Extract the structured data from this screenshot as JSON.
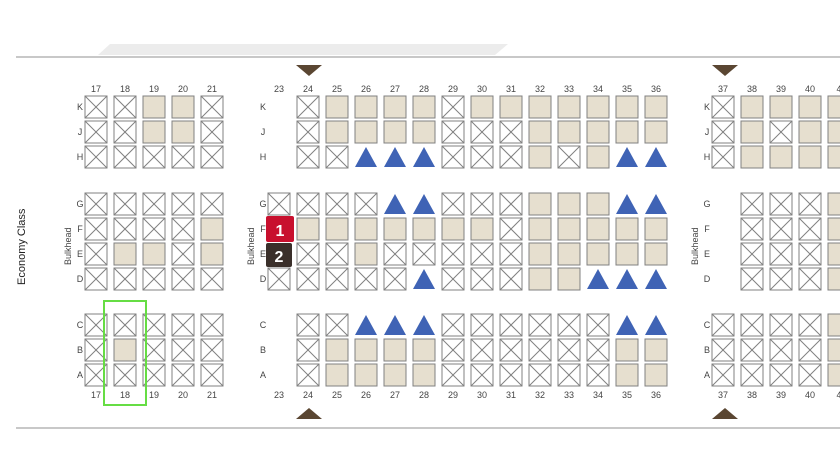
{
  "cabin_label": "Economy Class",
  "bulkhead_label": "Bulkhead",
  "section1": {
    "columns": [
      "17",
      "18",
      "19",
      "20",
      "21"
    ],
    "rows_top": [
      "K",
      "J",
      "H"
    ],
    "rows_mid": [
      "G",
      "F",
      "E",
      "D"
    ],
    "rows_bot": [
      "C",
      "B",
      "A"
    ]
  },
  "section2": {
    "columns": [
      "23",
      "24",
      "25",
      "26",
      "27",
      "28",
      "29",
      "30",
      "31",
      "32",
      "33",
      "34",
      "35",
      "36"
    ],
    "rows_top": [
      "K",
      "J",
      "H"
    ],
    "rows_mid": [
      "G",
      "F",
      "E",
      "D"
    ],
    "rows_bot": [
      "C",
      "B",
      "A"
    ]
  },
  "section3": {
    "columns": [
      "37",
      "38",
      "39",
      "40",
      "4"
    ],
    "rows_top": [
      "K",
      "J",
      "H"
    ],
    "rows_mid": [
      "G",
      "F",
      "E",
      "D"
    ],
    "rows_bot": [
      "C",
      "B",
      "A"
    ]
  },
  "markers": [
    {
      "label": "1",
      "color": "#c8102e"
    },
    {
      "label": "2",
      "color": "#3a2f2a"
    }
  ],
  "colors": {
    "free": "#e6dfcf",
    "occupied": "#ffffff",
    "accessible": "#3f63b5",
    "selected_outline": "#66dd44",
    "exit": "#5a4632"
  },
  "seats": {
    "s1": {
      "K": [
        "x",
        "x",
        "f",
        "f",
        "x"
      ],
      "J": [
        "x",
        "x",
        "f",
        "f",
        "x"
      ],
      "H": [
        "x",
        "x",
        "x",
        "x",
        "x"
      ],
      "G": [
        "x",
        "x",
        "x",
        "x",
        "x"
      ],
      "F": [
        "x",
        "x",
        "x",
        "x",
        "f"
      ],
      "E": [
        "x",
        "f",
        "f",
        "x",
        "f"
      ],
      "D": [
        "x",
        "x",
        "x",
        "x",
        "x"
      ],
      "C": [
        "x",
        "x",
        "x",
        "x",
        "x"
      ],
      "B": [
        "x",
        "f",
        "x",
        "x",
        "x"
      ],
      "A": [
        "x",
        "x",
        "x",
        "x",
        "x"
      ]
    },
    "s2": {
      "K": [
        "",
        "x",
        "f",
        "f",
        "f",
        "f",
        "x",
        "f",
        "f",
        "f",
        "f",
        "f",
        "f",
        "f"
      ],
      "J": [
        "",
        "x",
        "f",
        "f",
        "f",
        "f",
        "x",
        "x",
        "x",
        "f",
        "f",
        "f",
        "f",
        "f"
      ],
      "H": [
        "",
        "x",
        "x",
        "a",
        "a",
        "a",
        "x",
        "x",
        "x",
        "f",
        "x",
        "f",
        "a",
        "a"
      ],
      "G": [
        "x",
        "x",
        "x",
        "x",
        "a",
        "a",
        "x",
        "x",
        "x",
        "f",
        "f",
        "f",
        "a",
        "a"
      ],
      "F": [
        "",
        "f",
        "f",
        "f",
        "f",
        "f",
        "f",
        "f",
        "x",
        "f",
        "f",
        "f",
        "f",
        "f"
      ],
      "E": [
        "",
        "x",
        "x",
        "f",
        "x",
        "x",
        "x",
        "x",
        "x",
        "f",
        "f",
        "f",
        "f",
        "f"
      ],
      "D": [
        "x",
        "x",
        "x",
        "x",
        "x",
        "a",
        "x",
        "x",
        "x",
        "f",
        "f",
        "a",
        "a",
        "a"
      ],
      "C": [
        "",
        "x",
        "x",
        "a",
        "a",
        "a",
        "x",
        "x",
        "x",
        "x",
        "x",
        "x",
        "a",
        "a"
      ],
      "B": [
        "",
        "x",
        "f",
        "f",
        "f",
        "f",
        "x",
        "x",
        "x",
        "x",
        "x",
        "x",
        "f",
        "f"
      ],
      "A": [
        "",
        "x",
        "f",
        "f",
        "f",
        "f",
        "x",
        "x",
        "x",
        "x",
        "x",
        "x",
        "f",
        "f"
      ]
    },
    "s3": {
      "K": [
        "x",
        "f",
        "f",
        "f",
        "f"
      ],
      "J": [
        "x",
        "f",
        "x",
        "f",
        "f"
      ],
      "H": [
        "x",
        "f",
        "f",
        "f",
        "f"
      ],
      "G": [
        "",
        "x",
        "x",
        "x",
        "f"
      ],
      "F": [
        "",
        "x",
        "x",
        "x",
        "f"
      ],
      "E": [
        "",
        "x",
        "x",
        "x",
        "f"
      ],
      "D": [
        "",
        "x",
        "x",
        "x",
        "f"
      ],
      "C": [
        "x",
        "x",
        "x",
        "x",
        "f"
      ],
      "B": [
        "x",
        "x",
        "x",
        "x",
        "f"
      ],
      "A": [
        "x",
        "x",
        "x",
        "x",
        "f"
      ]
    }
  }
}
